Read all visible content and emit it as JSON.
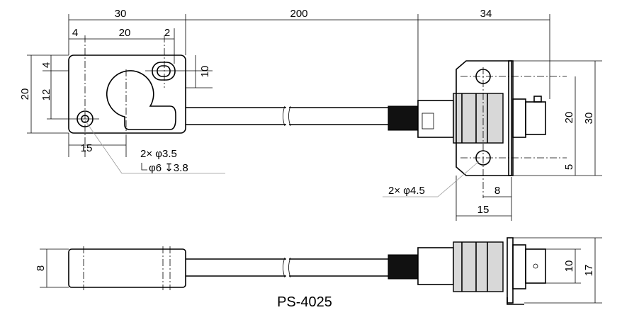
{
  "title": "PS-4025",
  "dimensions": {
    "sensor_width": "30",
    "cable_length": "200",
    "connector_length": "34",
    "top_hole_offset": "4",
    "hole_spacing": "20",
    "slot_width": "2",
    "sensor_height": "20",
    "hole_vertical_offset": "4",
    "hole_row_distance": "12",
    "slot_height": "10",
    "bottom_offset": "15",
    "connector_mid_height": "20",
    "connector_height": "30",
    "connector_hole_offset": "5",
    "connector_hole_x": "8",
    "connector_flange_width": "15",
    "side_thickness": "8",
    "side_connector_small": "10",
    "side_connector_large": "17"
  },
  "notes": {
    "sensor_hole": "2× φ3.5",
    "counterbore": "φ6 ↧3.8",
    "connector_hole": "2× φ4.5"
  }
}
